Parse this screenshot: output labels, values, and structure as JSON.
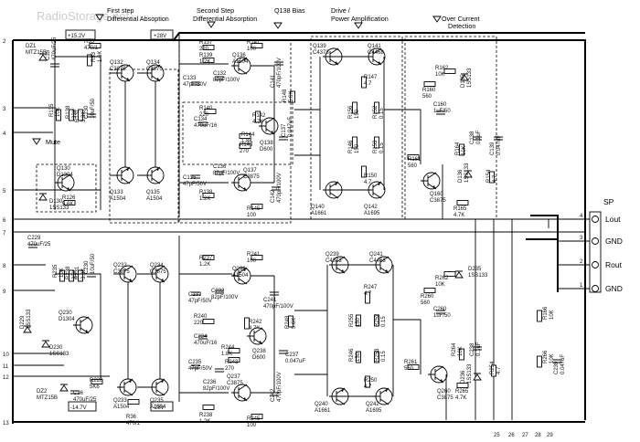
{
  "watermark": "RadioStorage.net",
  "headers": {
    "first_step": "First step",
    "first_diff": "Differential Absoption",
    "second_step": "Second Step",
    "second_diff": "Differential Absorption",
    "bias": "Q138 Bias",
    "drive": "Drive /",
    "power_amp": "Power Amplification",
    "over_current": "Over Current",
    "detection": "Detection",
    "mute": "Mute",
    "sp": "SP"
  },
  "supplies": {
    "plus15": "+15.2V",
    "plus28": "+28V",
    "minus14": "-14.7V",
    "minus28": "-28V"
  },
  "left_pins": [
    "2",
    "3",
    "4",
    "5",
    "6",
    "7",
    "8",
    "9",
    "10",
    "11",
    "12",
    "13"
  ],
  "bottom_pins": [
    "25",
    "26",
    "27",
    "28",
    "29"
  ],
  "sp_terminals": [
    {
      "num": "4",
      "label": "Lout"
    },
    {
      "num": "3",
      "label": "GND"
    },
    {
      "num": "2",
      "label": "Rout"
    },
    {
      "num": "1",
      "label": "GND"
    }
  ],
  "left_channel": [
    {
      "ref": "DZ1",
      "val": "MTZ15B"
    },
    {
      "ref": "R35",
      "val": "470/1"
    },
    {
      "ref": "C35",
      "val": "470uF/25"
    },
    {
      "ref": "R53",
      "val": "1.6K"
    },
    {
      "ref": "R135",
      "val": "10K"
    },
    {
      "ref": "R138",
      "val": "33K"
    },
    {
      "ref": "R131",
      "val": "3.3K"
    },
    {
      "ref": "C130",
      "val": "10uF/50"
    },
    {
      "ref": "Q130",
      "val": "D1304"
    },
    {
      "ref": "D130",
      "val": "1SS133"
    },
    {
      "ref": "R126",
      "val": "5.6K"
    },
    {
      "ref": "Q132",
      "val": "C3875"
    },
    {
      "ref": "Q134",
      "val": "C3875"
    },
    {
      "ref": "Q133",
      "val": "A1504"
    },
    {
      "ref": "Q135",
      "val": "A1504"
    },
    {
      "ref": "R137",
      "val": "220"
    },
    {
      "ref": "R139",
      "val": "1.2K"
    },
    {
      "ref": "C133",
      "val": "47pF/50V"
    },
    {
      "ref": "C132",
      "val": "82pF/100V"
    },
    {
      "ref": "R141",
      "val": "100"
    },
    {
      "ref": "Q136",
      "val": "A1504"
    },
    {
      "ref": "C141",
      "val": "470pF/100V"
    },
    {
      "ref": "R140",
      "val": "220"
    },
    {
      "ref": "C134",
      "val": "470uF/16"
    },
    {
      "ref": "R142",
      "val": "4.7K"
    },
    {
      "ref": "Q138",
      "val": "D600"
    },
    {
      "ref": "R144",
      "val": "1.8K"
    },
    {
      "ref": "R143",
      "val": "270"
    },
    {
      "ref": "C137",
      "val": "0.047uF"
    },
    {
      "ref": "C135",
      "val": "47pF/50V"
    },
    {
      "ref": "C136",
      "val": "82pF/100V"
    },
    {
      "ref": "Q137",
      "val": "C3875"
    },
    {
      "ref": "R138",
      "val": "1.2K"
    },
    {
      "ref": "R145",
      "val": "100"
    },
    {
      "ref": "C142",
      "val": "470pF/100V"
    },
    {
      "ref": "R148",
      "val": "5.6K"
    },
    {
      "ref": "Q139",
      "val": "C4373"
    },
    {
      "ref": "Q141",
      "val": "C4468"
    },
    {
      "ref": "R147",
      "val": "4.7"
    },
    {
      "ref": "R156",
      "val": "150"
    },
    {
      "ref": "R152",
      "val": "0.15"
    },
    {
      "ref": "R146",
      "val": "150"
    },
    {
      "ref": "R150",
      "val": "4.7"
    },
    {
      "ref": "R153",
      "val": "0.15"
    },
    {
      "ref": "Q140",
      "val": "A1661"
    },
    {
      "ref": "Q142",
      "val": "A1695"
    },
    {
      "ref": "R162",
      "val": "10K"
    },
    {
      "ref": "R160",
      "val": "560"
    },
    {
      "ref": "D135",
      "val": "1SS133"
    },
    {
      "ref": "C160",
      "val": "1uF/50"
    },
    {
      "ref": "R161",
      "val": "560"
    },
    {
      "ref": "R164",
      "val": "10K"
    },
    {
      "ref": "C138",
      "val": "0.1uF"
    },
    {
      "ref": "C139",
      "val": "0.047uF"
    },
    {
      "ref": "Q160",
      "val": "C3875"
    },
    {
      "ref": "R154",
      "val": "4.7"
    },
    {
      "ref": "D136",
      "val": "1SS133"
    },
    {
      "ref": "R165",
      "val": "4.7K"
    }
  ],
  "right_channel": [
    {
      "ref": "C229",
      "val": "470uF/25"
    },
    {
      "ref": "R235",
      "val": "10K"
    },
    {
      "ref": "R238",
      "val": "33K"
    },
    {
      "ref": "R231",
      "val": "3.3K"
    },
    {
      "ref": "C230",
      "val": "10uF/50"
    },
    {
      "ref": "D229",
      "val": "1SS133"
    },
    {
      "ref": "Q230",
      "val": "D1304"
    },
    {
      "ref": "D230",
      "val": "1SS133"
    },
    {
      "ref": "R228",
      "val": "5K6"
    },
    {
      "ref": "DZ2",
      "val": "MTZ15B"
    },
    {
      "ref": "C36",
      "val": "470uF/25"
    },
    {
      "ref": "R36",
      "val": "470/1"
    },
    {
      "ref": "Q232",
      "val": "C3875"
    },
    {
      "ref": "Q234",
      "val": "C3875"
    },
    {
      "ref": "Q233",
      "val": "A1504"
    },
    {
      "ref": "Q235",
      "val": "A1504"
    },
    {
      "ref": "R237",
      "val": "1.2K"
    },
    {
      "ref": "R241",
      "val": "100"
    },
    {
      "ref": "Q236",
      "val": "A1504"
    },
    {
      "ref": "C233",
      "val": "47pF/50V"
    },
    {
      "ref": "C232",
      "val": "82pF/100V"
    },
    {
      "ref": "C241",
      "val": "470pF/100V"
    },
    {
      "ref": "R240",
      "val": "220"
    },
    {
      "ref": "C234",
      "val": "470uF/16"
    },
    {
      "ref": "R242",
      "val": "4.7K"
    },
    {
      "ref": "R244",
      "val": "1.8K"
    },
    {
      "ref": "R243",
      "val": "270"
    },
    {
      "ref": "Q238",
      "val": "D600"
    },
    {
      "ref": "C237",
      "val": "0.047uF"
    },
    {
      "ref": "C235",
      "val": "47pF/50V"
    },
    {
      "ref": "C236",
      "val": "82pF/100V"
    },
    {
      "ref": "Q237",
      "val": "C3875"
    },
    {
      "ref": "R238",
      "val": "1.2K"
    },
    {
      "ref": "R245",
      "val": "100"
    },
    {
      "ref": "C242",
      "val": "470pF/100V"
    },
    {
      "ref": "R248",
      "val": "5.6K"
    },
    {
      "ref": "Q239",
      "val": "C4373"
    },
    {
      "ref": "Q241",
      "val": "C4468"
    },
    {
      "ref": "R247",
      "val": "4.7"
    },
    {
      "ref": "R255",
      "val": "150"
    },
    {
      "ref": "R252",
      "val": "0.15"
    },
    {
      "ref": "R246",
      "val": "150"
    },
    {
      "ref": "R250",
      "val": "4.7"
    },
    {
      "ref": "R253",
      "val": "0.15"
    },
    {
      "ref": "Q240",
      "val": "A1661"
    },
    {
      "ref": "Q242",
      "val": "A1695"
    },
    {
      "ref": "R262",
      "val": "10K"
    },
    {
      "ref": "R260",
      "val": "560"
    },
    {
      "ref": "D235",
      "val": "1SS133"
    },
    {
      "ref": "C260",
      "val": "1uF/50"
    },
    {
      "ref": "R261",
      "val": "560"
    },
    {
      "ref": "R264",
      "val": "10K"
    },
    {
      "ref": "C238",
      "val": "0.1uF"
    },
    {
      "ref": "Q260",
      "val": "C3875"
    },
    {
      "ref": "R254",
      "val": "4.7"
    },
    {
      "ref": "D236",
      "val": "1SS133"
    },
    {
      "ref": "R265",
      "val": "4.7K"
    },
    {
      "ref": "R166",
      "val": "10K"
    },
    {
      "ref": "R266",
      "val": "10K"
    },
    {
      "ref": "C239",
      "val": "0.047uF"
    }
  ]
}
